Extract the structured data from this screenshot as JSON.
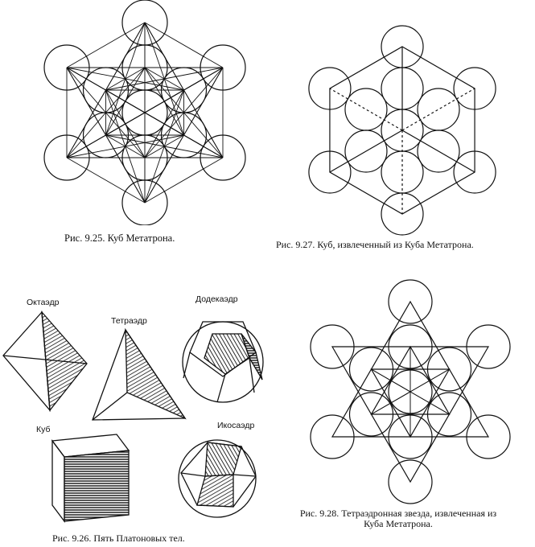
{
  "figures": {
    "fig_9_25": {
      "caption": "Рис. 9.25. Куб Метатрона."
    },
    "fig_9_27": {
      "caption": "Рис. 9.27. Куб, извлеченный из Куба Метатрона."
    },
    "fig_9_26": {
      "caption": "Рис. 9.26. Пять Платоновых тел.",
      "solids": {
        "octahedron": "Октаэдр",
        "tetrahedron": "Тетраэдр",
        "dodecahedron": "Додекаэдр",
        "cube": "Куб",
        "icosahedron": "Икосаэдр"
      }
    },
    "fig_9_28": {
      "caption_line1": "Рис. 9.28. Тетраэдронная звезда, извлеченная из",
      "caption_line2": "Куба Метатрона."
    }
  },
  "colors": {
    "ink": "#111111",
    "paper": "#ffffff"
  }
}
